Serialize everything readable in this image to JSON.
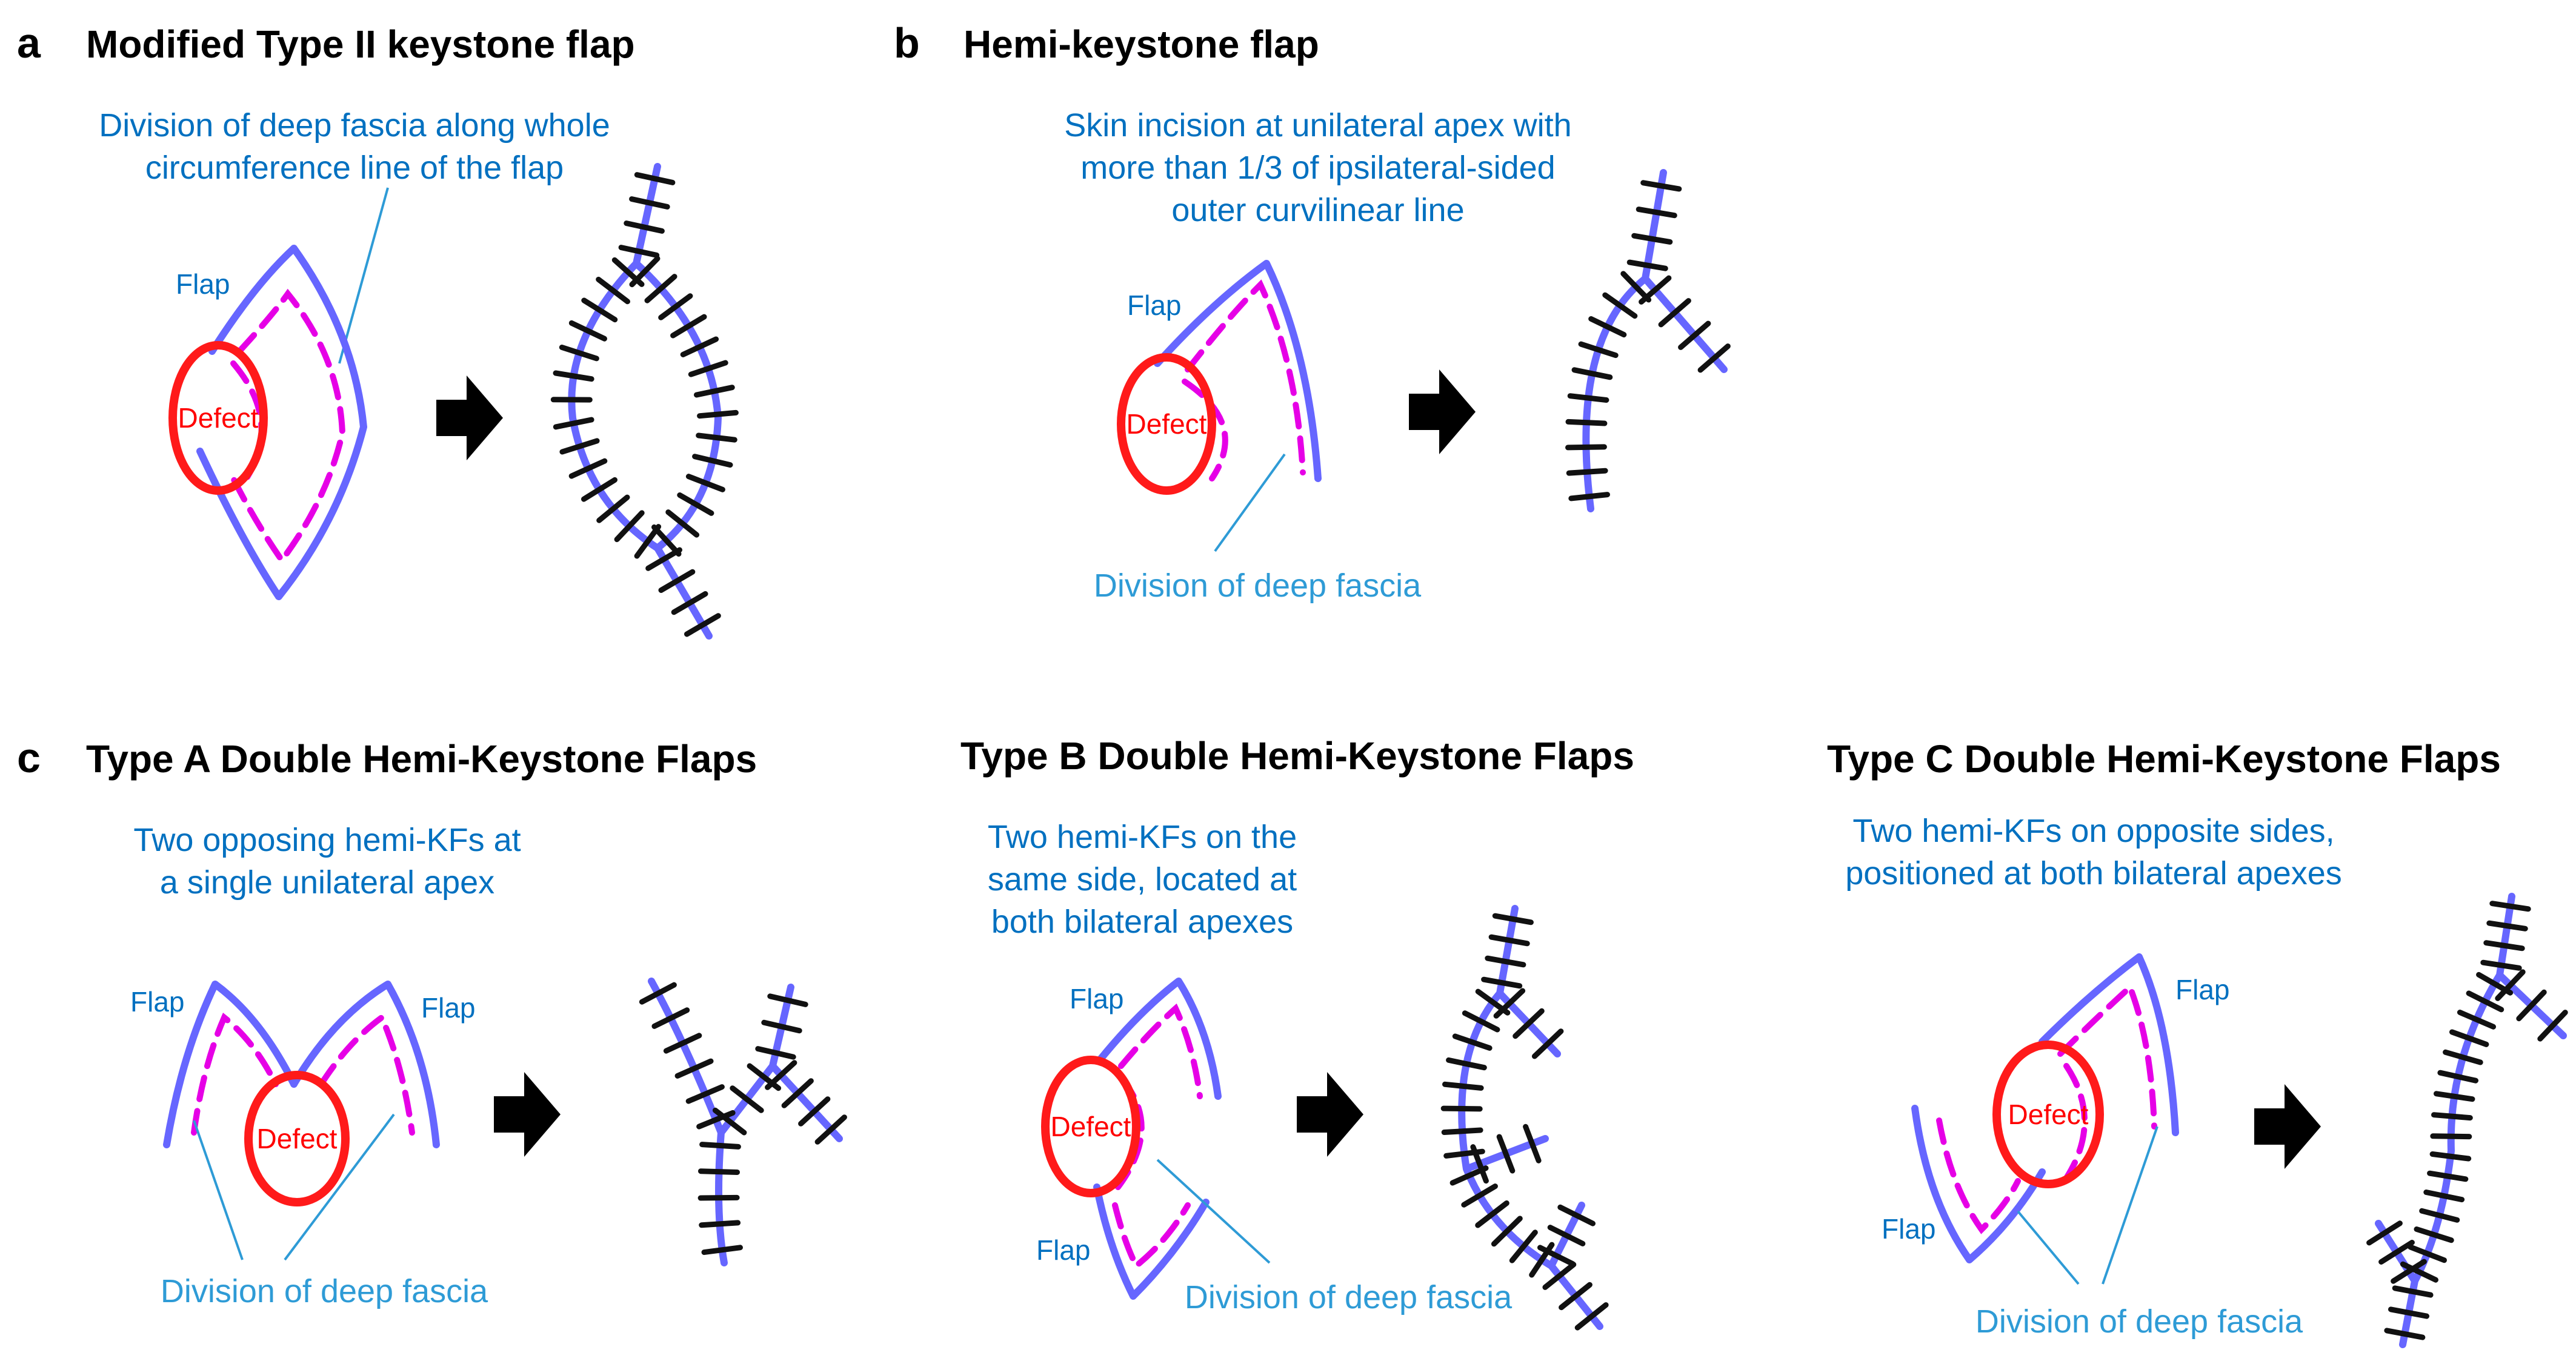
{
  "colors": {
    "flap_outline": "#6666ff",
    "fascia_dash": "#e600e6",
    "defect": "#ff1a1a",
    "annotation": "#0070c0",
    "leader": "#2e9bd6",
    "suture": "#111111"
  },
  "panel_a": {
    "label": "a",
    "title": "Modified Type II keystone flap",
    "note": [
      "Division of deep fascia along whole",
      "circumference line of the flap"
    ],
    "flap_label": "Flap",
    "defect_label": "Defect"
  },
  "panel_b": {
    "label": "b",
    "title": "Hemi-keystone flap",
    "note": [
      "Skin incision at unilateral apex with",
      "more than 1/3 of ipsilateral-sided",
      "outer curvilinear line"
    ],
    "flap_label": "Flap",
    "defect_label": "Defect",
    "fascia_label": "Division of deep fascia"
  },
  "panel_c": {
    "label": "c",
    "type_a": {
      "title": "Type A Double Hemi-Keystone Flaps",
      "note": [
        "Two opposing hemi-KFs at",
        "a single unilateral apex"
      ],
      "flap_left": "Flap",
      "flap_right": "Flap",
      "defect_label": "Defect",
      "fascia_label": "Division of deep fascia"
    },
    "type_b": {
      "title": "Type B Double Hemi-Keystone Flaps",
      "note": [
        "Two hemi-KFs on the",
        "same side, located at",
        "both bilateral apexes"
      ],
      "flap_top": "Flap",
      "flap_bottom": "Flap",
      "defect_label": "Defect",
      "fascia_label": "Division of deep fascia"
    },
    "type_c": {
      "title": "Type C Double Hemi-Keystone Flaps",
      "note": [
        "Two hemi-KFs on opposite sides,",
        "positioned at both bilateral apexes"
      ],
      "flap_top": "Flap",
      "flap_bottom": "Flap",
      "defect_label": "Defect",
      "fascia_label": "Division of deep fascia"
    }
  }
}
